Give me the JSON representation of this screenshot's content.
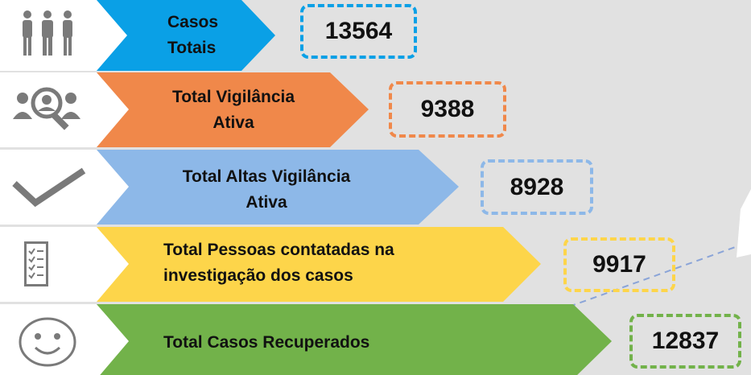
{
  "colors": {
    "background": "#e1e1e1",
    "blue": "#0aa0e6",
    "orange": "#f0884a",
    "light_blue": "#8db8e8",
    "yellow": "#fdd54a",
    "green": "#72b24a",
    "icon": "#7a7a7a"
  },
  "rows": [
    {
      "icon": "people-group-icon",
      "label_line1": "Casos",
      "label_line2": "Totais",
      "value": "13564"
    },
    {
      "icon": "search-person-icon",
      "label_line1": "Total Vigilância",
      "label_line2": "Ativa",
      "value": "9388"
    },
    {
      "icon": "checkmark-icon",
      "label_line1": "Total Altas Vigilância",
      "label_line2": "Ativa",
      "value": "8928"
    },
    {
      "icon": "checklist-icon",
      "label_line1": "Total Pessoas contatadas na",
      "label_line2": "investigação dos casos",
      "value": "9917"
    },
    {
      "icon": "smiley-face-icon",
      "label_line1": "Total Casos Recuperados",
      "value": "12837"
    }
  ]
}
